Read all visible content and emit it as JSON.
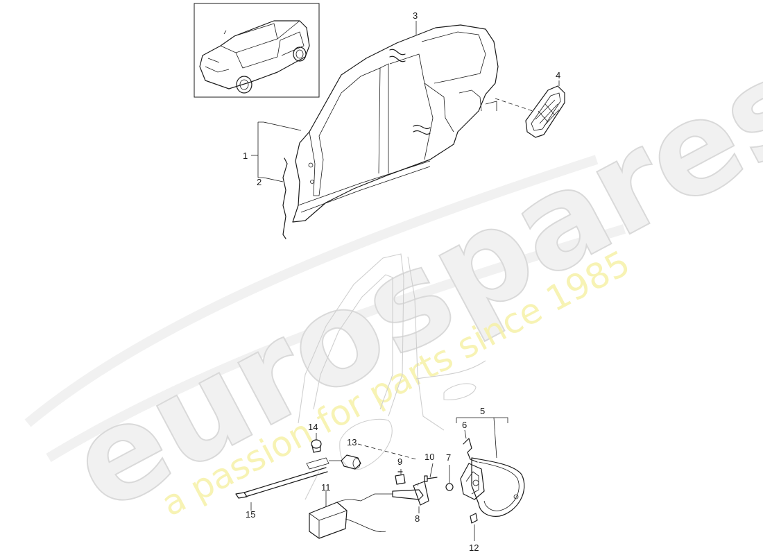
{
  "watermark": {
    "brand": "eurospares",
    "tagline": "a passion for parts since 1985"
  },
  "callouts": {
    "n1": "1",
    "n2": "2",
    "n3": "3",
    "n4": "4",
    "n5": "5",
    "n6": "6",
    "n7": "7",
    "n8": "8",
    "n9": "9",
    "n10": "10",
    "n11": "11",
    "n12": "12",
    "n13": "13",
    "n14": "14",
    "n15": "15"
  }
}
